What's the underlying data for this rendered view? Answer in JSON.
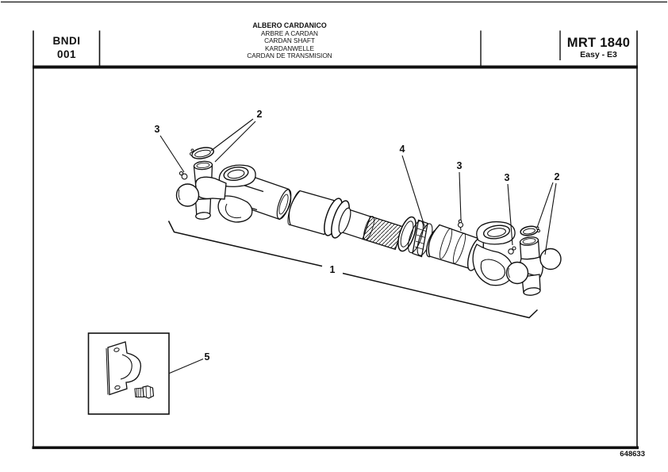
{
  "page": {
    "background": "#ffffff",
    "ink": "#111111",
    "footer_number": "648633"
  },
  "header": {
    "section_code": {
      "line1": "BNDI",
      "line2": "001"
    },
    "titles": {
      "it": "ALBERO CARDANICO",
      "fr": "ARBRE A CARDAN",
      "en": "CARDAN SHAFT",
      "de": "KARDANWELLE",
      "es": "CARDAN DE TRANSMISION"
    },
    "model": "MRT 1840",
    "variant": "Easy - E3"
  },
  "diagram": {
    "callouts": {
      "assembly": "1",
      "ring_left": "2",
      "ring_right": "2",
      "fitting_left": "3",
      "fitting_middle": "3",
      "fitting_right": "3",
      "coupling": "4",
      "bracket": "5"
    }
  }
}
